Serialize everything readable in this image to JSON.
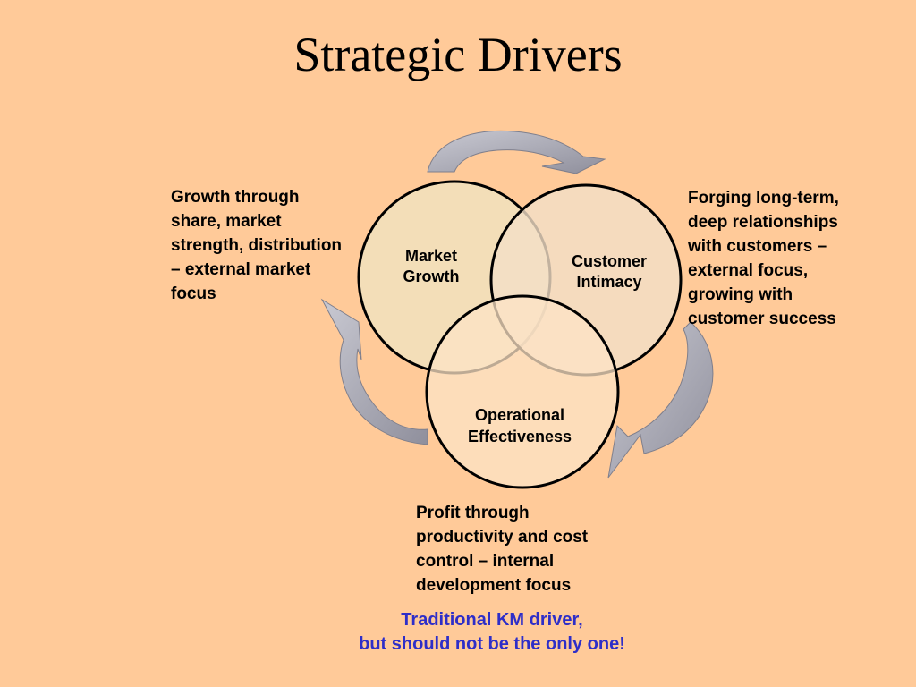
{
  "title": "Strategic Drivers",
  "circles": {
    "market_growth": {
      "line1": "Market",
      "line2": "Growth",
      "fill": "#F1E2BD"
    },
    "customer_intimacy": {
      "line1": "Customer",
      "line2": "Intimacy",
      "fill": "#F3DFC7"
    },
    "operational_effectiveness": {
      "line1": "Operational",
      "line2": "Effectiveness",
      "fill": "#FCE3C6"
    }
  },
  "descriptions": {
    "market_growth": [
      "Growth through",
      "share, market",
      "strength, distribution",
      "– external market",
      "focus"
    ],
    "customer_intimacy": [
      "Forging long-term,",
      "deep relationships",
      "with customers –",
      "external focus,",
      "growing with",
      "customer success"
    ],
    "operational_effectiveness": [
      "Profit through",
      "productivity and cost",
      "control – internal",
      "development focus"
    ]
  },
  "note": {
    "line1": "Traditional KM driver,",
    "line2": "but should not be the only one!",
    "color": "#2E2EC8"
  },
  "arrow_color": "#A9A9B5"
}
